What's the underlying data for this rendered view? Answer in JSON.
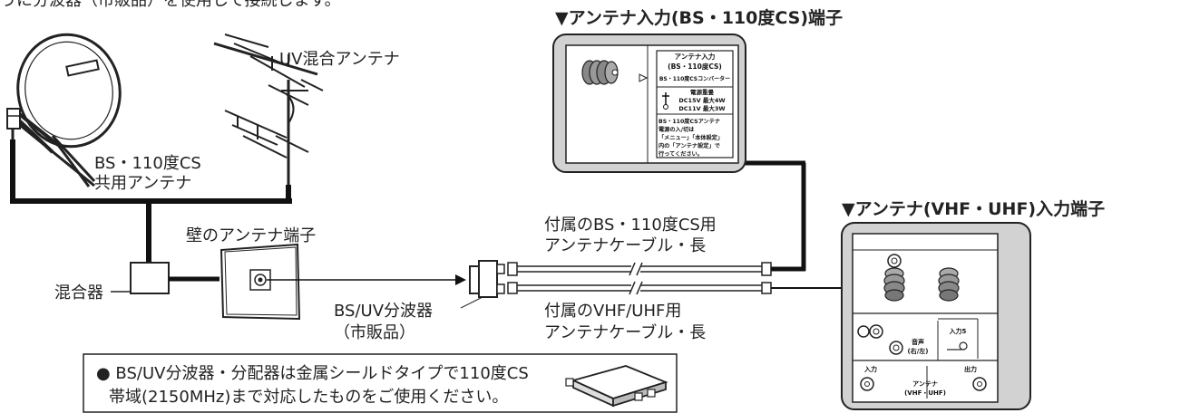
{
  "header_top": "うに分波器（市販品）を使用して接続します。",
  "labels": {
    "uv_antenna": "UV混合アンテナ",
    "bs_antenna_line1": "BS・110度CS",
    "bs_antenna_line2": "共用アンテナ",
    "wall_terminal": "壁のアンテナ端子",
    "mixer": "混合器",
    "splitter_line1": "BS/UV分波器",
    "splitter_line2": "（市販品）",
    "bs_cable_line1": "付属のBS・110度CS用",
    "bs_cable_line2": "アンテナケーブル・長",
    "vhf_cable_line1": "付属のVHF/UHF用",
    "vhf_cable_line2": "アンテナケーブル・長"
  },
  "bs_terminal_panel": {
    "title": "▼アンテナ入力(BS・110度CS)端子",
    "label_line1": "アンテナ入力",
    "label_line2": "(BS・110度CS)",
    "label_line3": "BS・110度CSコンバーター",
    "power_line1": "電源重畳",
    "power_line2": "DC15V 最大4W",
    "power_line3": "DC11V 最大3W",
    "note_line1": "BS・110度CSアンテナ",
    "note_line2": "電源の入/切は",
    "note_line3": "「メニュー」「本体設定」",
    "note_line4": "内の「アンテナ設定」で",
    "note_line5": "行ってください。"
  },
  "vhf_terminal_panel": {
    "title": "▼アンテナ(VHF・UHF)入力端子",
    "audio_label_line1": "音声",
    "audio_label_line2": "(右/左)",
    "input5": "入力5",
    "input": "入力",
    "output": "出力",
    "antenna_line1": "アンテナ",
    "antenna_line2": "(VHF・UHF)"
  },
  "note": {
    "line1": "● BS/UV分波器・分配器は金属シールドタイプで110度CS",
    "line2": "帯域(2150MHz)まで対応したものをご使用ください。"
  },
  "icons": [
    "satellite-dish-icon",
    "uv-antenna-icon",
    "mixer-icon",
    "wall-outlet-icon",
    "splitter-icon",
    "coax-connector-icon",
    "splitter-photo-icon"
  ]
}
